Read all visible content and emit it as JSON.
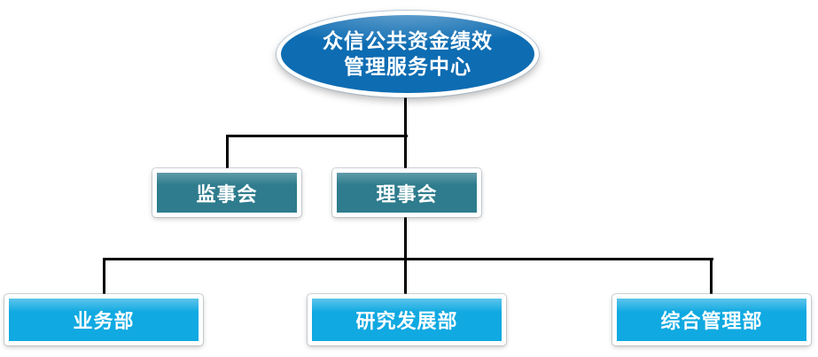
{
  "org_chart": {
    "root": {
      "line1": "众信公共资金绩效",
      "line2": "管理服务中心"
    },
    "level2": [
      {
        "label": "监事会"
      },
      {
        "label": "理事会"
      }
    ],
    "level3": [
      {
        "label": "业务部"
      },
      {
        "label": "研究发展部"
      },
      {
        "label": "综合管理部"
      }
    ]
  },
  "colors": {
    "root_fill": "#0d6cb2",
    "level2_fill": "#2e7c8d",
    "level3_fill": "#10a9e1",
    "connector": "#000000",
    "node_text": "#ffffff",
    "background": "#ffffff"
  }
}
